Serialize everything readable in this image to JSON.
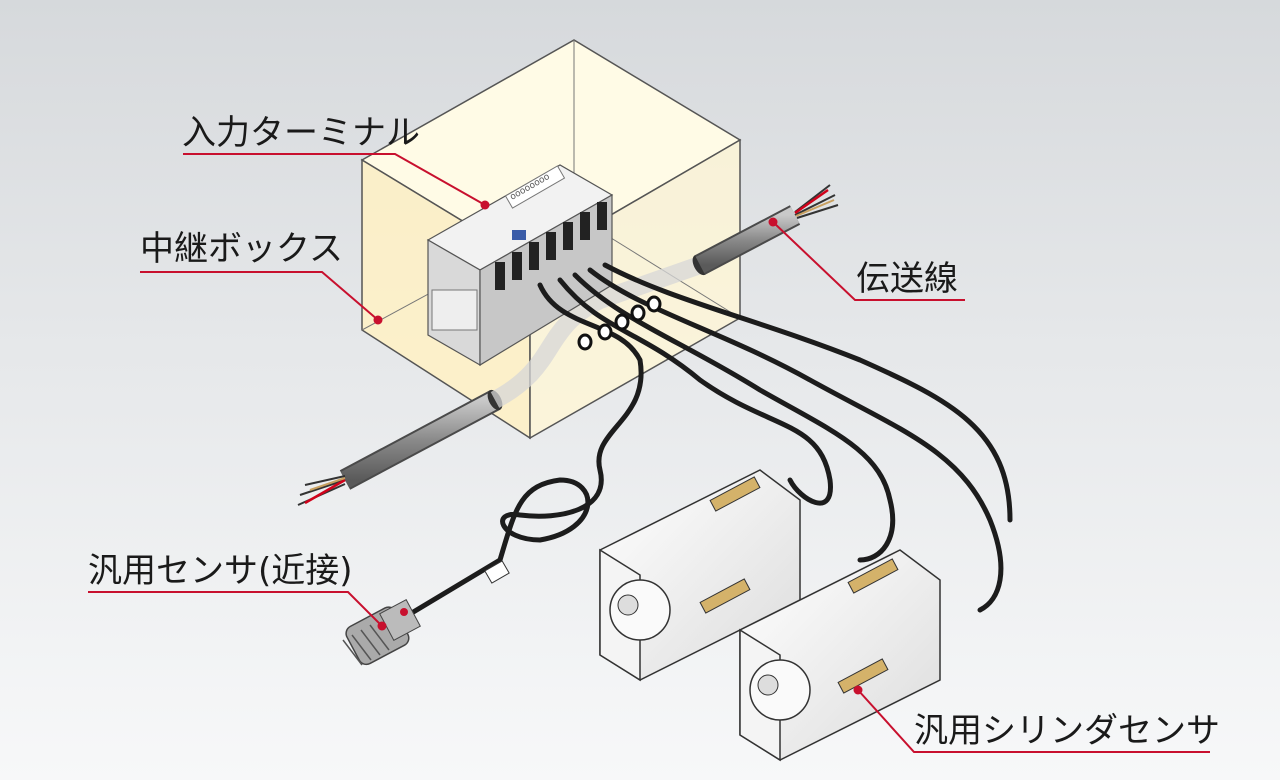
{
  "labels": {
    "input_terminal": "入力ターミナル",
    "relay_box": "中継ボックス",
    "transmission_line": "伝送線",
    "proximity_sensor": "汎用センサ(近接)",
    "cylinder_sensor": "汎用シリンダセンサ"
  },
  "colors": {
    "leader": "#c8102e",
    "box_fill": "#fff6cf",
    "cable": "#1c1c1c"
  }
}
